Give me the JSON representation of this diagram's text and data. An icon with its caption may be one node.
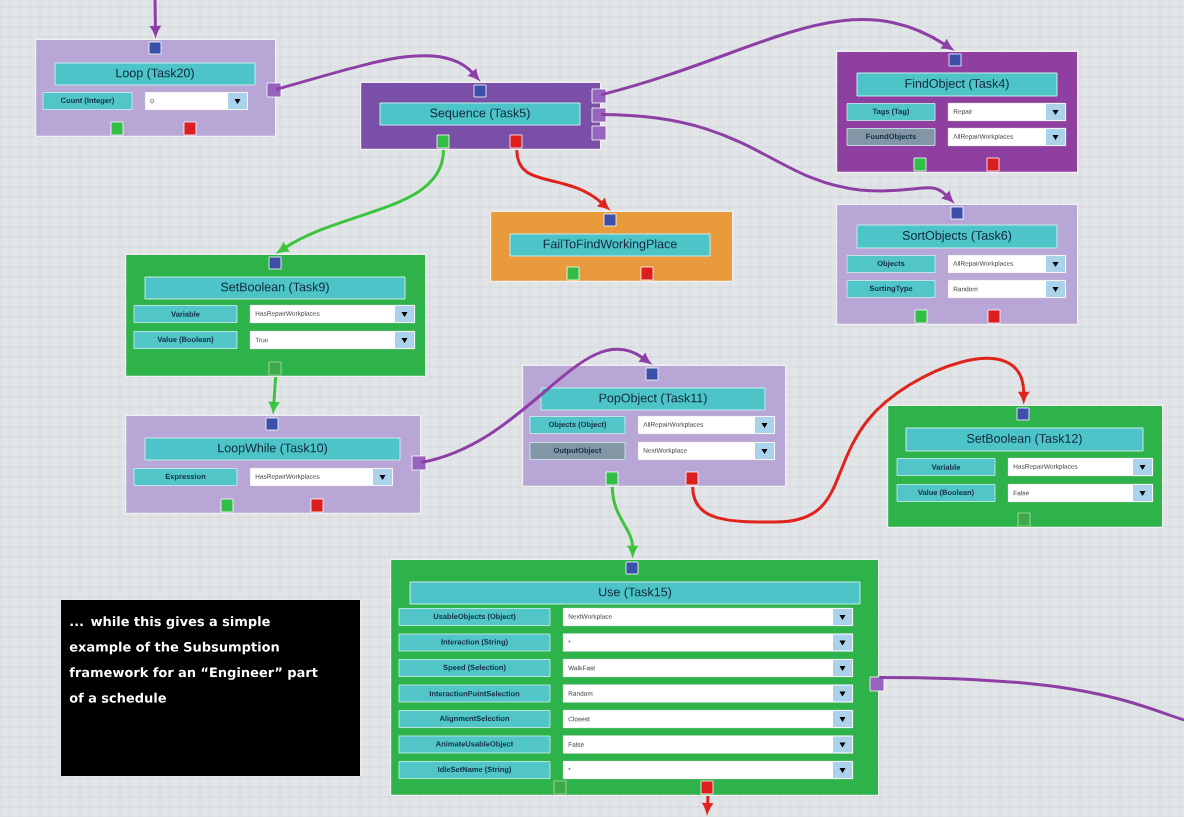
{
  "diagram": {
    "nodes": [
      {
        "text": [
          "Loop (Task20)",
          "Count (Integer)",
          "0"
        ]
      },
      {
        "text": [
          "Sequence (Task5)"
        ]
      },
      {
        "text": [
          "FindObject (Task4)",
          "Tags (Tag)",
          "Repair",
          "FoundObjects",
          "AllRepairWorkplaces"
        ]
      },
      {
        "text": [
          "FailToFindWorkingPlace"
        ]
      },
      {
        "text": [
          "SortObjects (Task6)",
          "Objects",
          "AllRepairWorkplaces",
          "SortingType",
          "Random"
        ]
      },
      {
        "text": [
          "SetBoolean (Task9)",
          "Variable",
          "HasRepairWorkplaces",
          "Value (Boolean)",
          "True"
        ]
      },
      {
        "text": [
          "LoopWhile (Task10)",
          "Expression",
          "HasRepairWorkplaces"
        ]
      },
      {
        "text": [
          "PopObject (Task11)",
          "Objects (Object)",
          "AllRepairWorkplaces",
          "OutputObject",
          "NextWorkplace"
        ]
      },
      {
        "text": [
          "SetBoolean (Task12)",
          "Variable",
          "HasRepairWorkplaces",
          "Value (Boolean)",
          "False"
        ]
      },
      {
        "text": [
          "Use (Task15)",
          "UsableObjects (Object)",
          "NextWorkplace",
          "Interaction (String)",
          "*",
          "Speed (Selection)",
          "WalkFast",
          "InteractionPointSelection",
          "Random",
          "AlignmentSelection",
          "Closest",
          "AnimateUsableObject",
          "False",
          "IdleSetName (String)",
          "*"
        ]
      },
      {
        "text": [
          "... while this gives a simple example of the Subsumption framework for an “Engineer” part of a schedule"
        ]
      }
    ],
    "edges": [
      {
        "from": null,
        "to": 0,
        "arrow": "to"
      },
      {
        "from": 0,
        "to": 1,
        "arrow": "to"
      },
      {
        "from": 1,
        "to": 2,
        "arrow": "to"
      },
      {
        "from": 1,
        "to": 4,
        "arrow": "to"
      },
      {
        "from": 1,
        "to": 5,
        "arrow": "to",
        "color": "#3cc43c"
      },
      {
        "from": 1,
        "to": 3,
        "arrow": "to",
        "color": "#e0231c"
      },
      {
        "from": 5,
        "to": 6,
        "arrow": "to",
        "color": "#3cc43c"
      },
      {
        "from": 6,
        "to": 7,
        "arrow": "to"
      },
      {
        "from": 7,
        "to": 8,
        "arrow": "to",
        "color": "#e0231c"
      },
      {
        "from": 7,
        "to": 9,
        "arrow": "to",
        "color": "#3cc43c"
      },
      {
        "from": 9,
        "to": null,
        "arrow": "none"
      },
      {
        "from": 9,
        "to": null,
        "arrow": "to",
        "color": "#e0231c"
      }
    ]
  }
}
